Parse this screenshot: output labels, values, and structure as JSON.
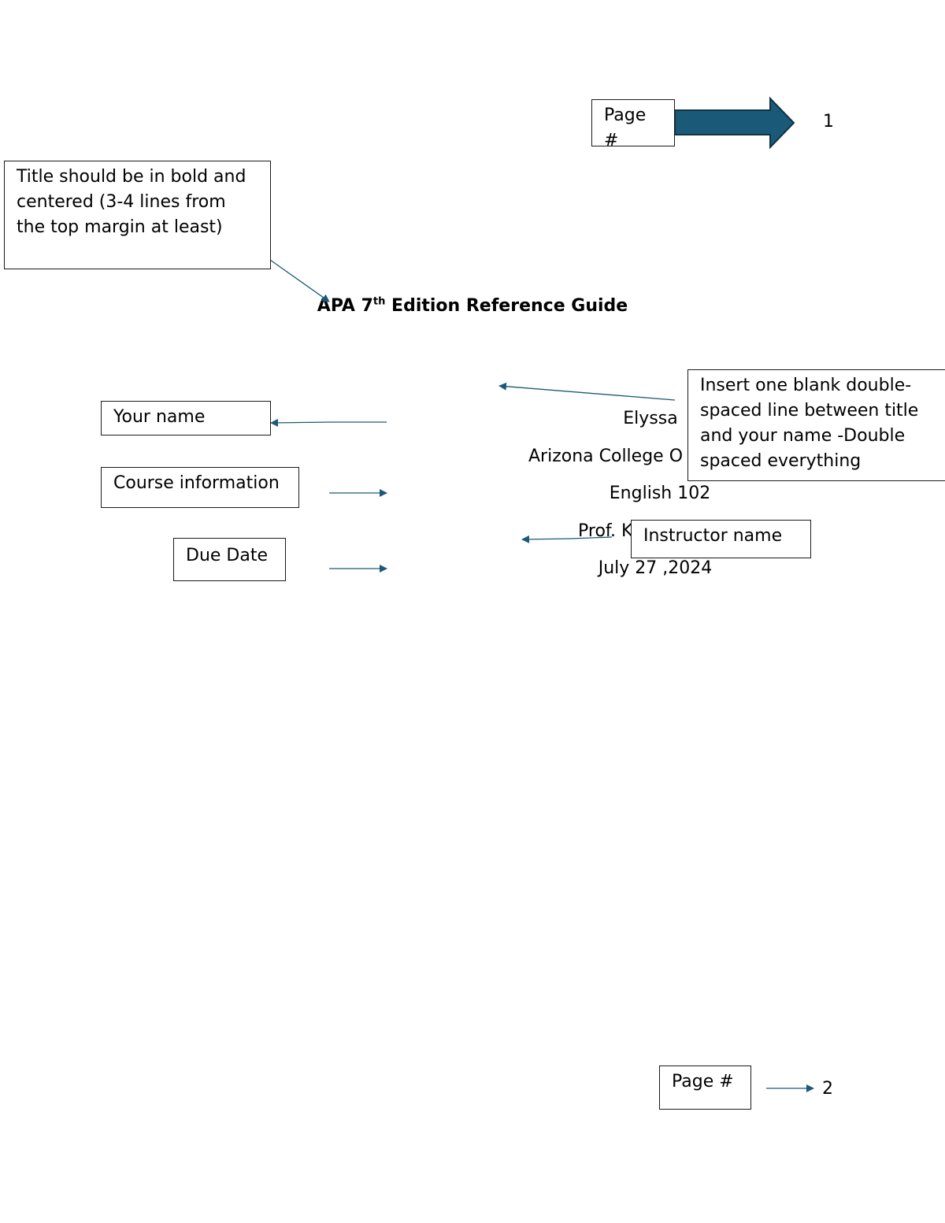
{
  "title": {
    "main": "APA 7",
    "sup": "th",
    "rest": " Edition Reference Guide"
  },
  "page_numbers": {
    "top": "1",
    "bottom": "2"
  },
  "title_page_lines": {
    "name": "Elyssa",
    "institution": "Arizona College O",
    "course": "English 102",
    "instructor": "Prof. K",
    "date": "July 27 ,2024"
  },
  "callouts": {
    "page_top": "Page #",
    "title_note": "Title should be in bold and centered (3-4 lines from the top margin at least)",
    "spacing_note": "Insert one blank double-spaced line between title and your name -Double spaced everything",
    "your_name": "Your name",
    "course_info": "Course information",
    "due_date": "Due Date",
    "instructor_name": "Instructor name",
    "page_bottom": "Page #"
  },
  "colors": {
    "arrow": "#1a5a78",
    "arrow_outline": "#0d3347"
  }
}
